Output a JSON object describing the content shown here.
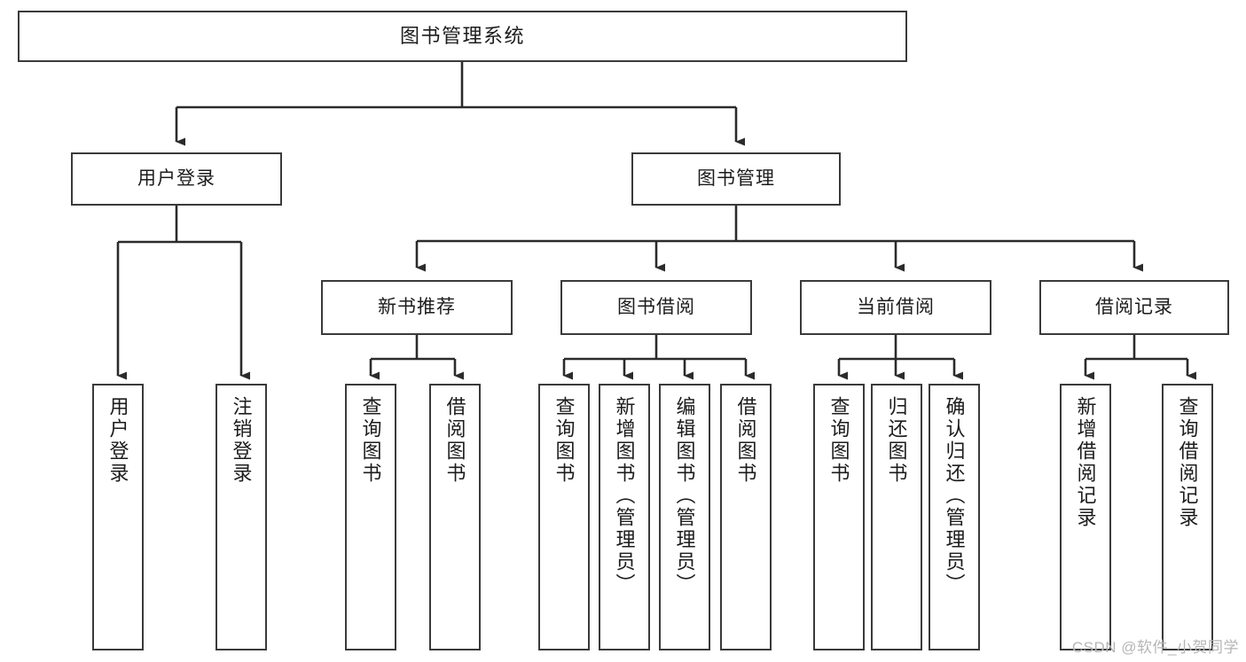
{
  "diagram": {
    "title": "图书管理系统",
    "type": "tree-hierarchy-chart",
    "watermark": "CSDN @软件_小贺同学",
    "colors": {
      "background": "#ffffff",
      "box_border": "#3a3a3a",
      "box_fill": "#ffffff",
      "text": "#1c1c1c",
      "edge": "#2b2b2b",
      "watermark": "#b6b6b6"
    },
    "levels": {
      "root": "图书管理系统",
      "level2": [
        "用户登录",
        "图书管理"
      ],
      "level3": [
        "新书推荐",
        "图书借阅",
        "当前借阅",
        "借阅记录"
      ]
    },
    "nodes": {
      "root": {
        "label": "图书管理系统"
      },
      "user_login": {
        "label": "用户登录"
      },
      "book_manage": {
        "label": "图书管理"
      },
      "new_book_rec": {
        "label": "新书推荐"
      },
      "book_borrow": {
        "label": "图书借阅"
      },
      "current_borrow": {
        "label": "当前借阅"
      },
      "borrow_record": {
        "label": "借阅记录"
      },
      "leaf_user_login": {
        "label": "用户登录"
      },
      "leaf_user_logout": {
        "label": "注销登录"
      },
      "leaf_query_book_1": {
        "label": "查询图书"
      },
      "leaf_borrow_book_1": {
        "label": "借阅图书"
      },
      "leaf_query_book_2": {
        "label": "查询图书"
      },
      "leaf_add_book_admin": {
        "label": "新增图书（管理员）"
      },
      "leaf_edit_book_admin": {
        "label": "编辑图书（管理员）"
      },
      "leaf_borrow_book_2": {
        "label": "借阅图书"
      },
      "leaf_query_book_3": {
        "label": "查询图书"
      },
      "leaf_return_book": {
        "label": "归还图书"
      },
      "leaf_confirm_return_admin": {
        "label": "确认归还（管理员）"
      },
      "leaf_add_borrow_record": {
        "label": "新增借阅记录"
      },
      "leaf_query_borrow_record": {
        "label": "查询借阅记录"
      }
    }
  }
}
